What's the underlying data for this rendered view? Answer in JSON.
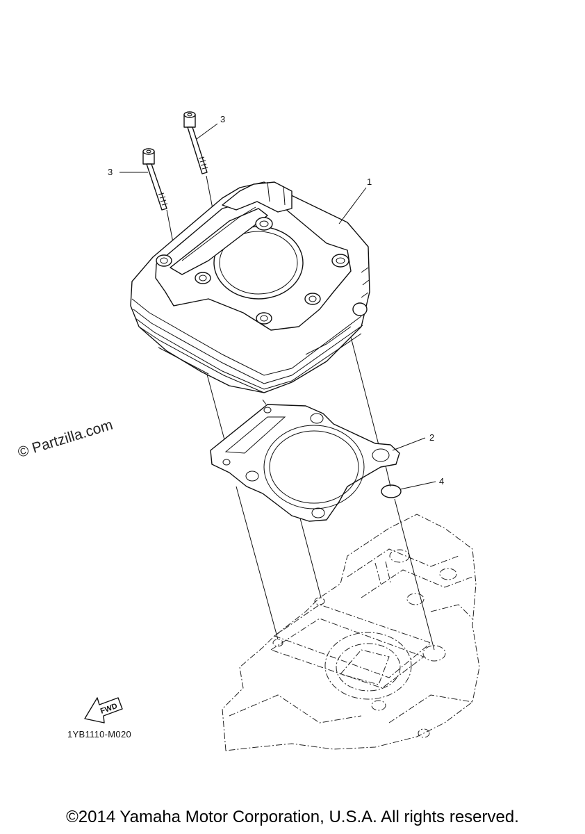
{
  "callouts": {
    "cylinder": "1",
    "gasket": "2",
    "bolt_upper": "3",
    "bolt_lower": "3",
    "o_ring": "4"
  },
  "watermark": "© Partzilla.com",
  "fwd_arrow_label": "FWD",
  "drawing_code": "1YB1110-M020",
  "copyright": "©2014 Yamaha Motor Corporation, U.S.A. All rights reserved."
}
